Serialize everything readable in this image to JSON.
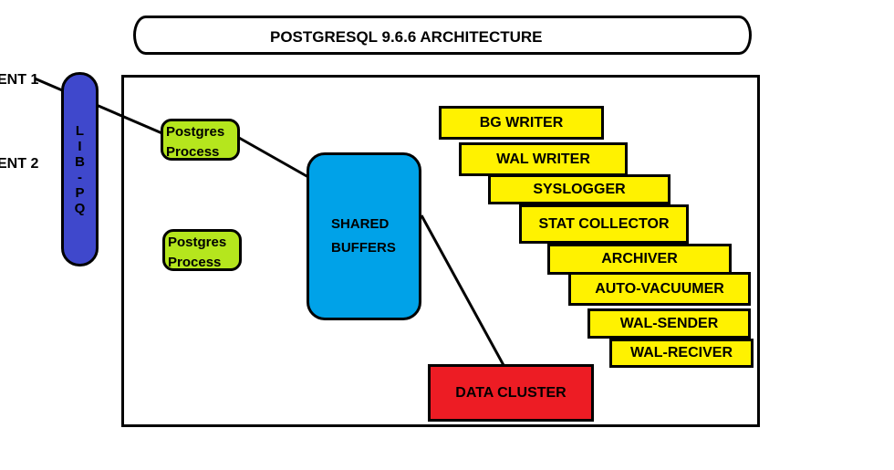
{
  "title": "POSTGRESQL 9.6.6 ARCHITECTURE",
  "clients": [
    {
      "label": "ENT 1"
    },
    {
      "label": "ENT 2"
    }
  ],
  "libpq": {
    "letters": [
      "L",
      "I",
      "B",
      "-",
      "P",
      "Q"
    ]
  },
  "postgres_processes": [
    {
      "line1": "Postgres",
      "line2": "Process"
    },
    {
      "line1": "Postgres",
      "line2": "Process"
    }
  ],
  "shared_buffers": {
    "line1": "SHARED",
    "line2": "BUFFERS"
  },
  "background_processes": [
    "BG WRITER",
    "WAL WRITER",
    "SYSLOGGER",
    "STAT COLLECTOR",
    "ARCHIVER",
    "AUTO-VACUUMER",
    "WAL-SENDER",
    "WAL-RECIVER"
  ],
  "data_cluster": "DATA CLUSTER",
  "colors": {
    "libpq": "#3f48cc",
    "postgres_process": "#b5e61d",
    "shared_buffers": "#00a2e8",
    "background_process": "#fff200",
    "data_cluster": "#ed1c24"
  }
}
